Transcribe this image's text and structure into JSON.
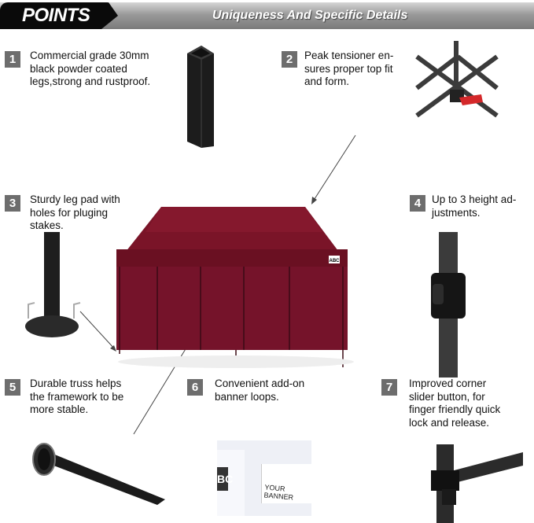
{
  "header": {
    "tab_label": "POINTS",
    "subtitle": "Uniqueness And Specific Details"
  },
  "features": [
    {
      "number": "1",
      "text": "Commercial grade 30mm\nblack powder coated\nlegs,strong and rustproof."
    },
    {
      "number": "2",
      "text": "Peak tensioner en-\nsures proper top fit\nand form."
    },
    {
      "number": "3",
      "text": "Sturdy leg pad with\nholes for pluging\nstakes."
    },
    {
      "number": "4",
      "text": "Up to 3 height ad-\njustments."
    },
    {
      "number": "5",
      "text": "Durable truss helps\nthe framework to be\nmore stable."
    },
    {
      "number": "6",
      "text": "Convenient add-on\nbanner loops."
    },
    {
      "number": "7",
      "text": "Improved corner\nslider button, for\nfinger friendly quick\nlock and release."
    }
  ],
  "tent": {
    "color": "#7a1428",
    "logo": "ABC"
  },
  "banner_image": {
    "banner_text": "YOUR BANNER",
    "logo": "BC"
  }
}
